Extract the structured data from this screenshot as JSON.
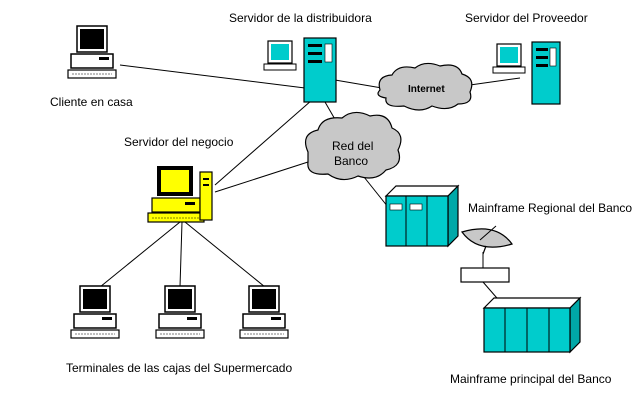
{
  "labels": {
    "distribuidora": "Servidor de la distribuidora",
    "proveedor": "Servidor del Proveedor",
    "cliente": "Cliente en casa",
    "negocio": "Servidor del negocio",
    "internet": "Internet",
    "red_line1": "Red del",
    "red_line2": "Banco",
    "mainframe_regional": "Mainframe Regional del Banco",
    "terminales": "Terminales de las cajas del Supermercado",
    "mainframe_principal": "Mainframe principal del Banco"
  },
  "colors": {
    "teal": "#00cccc",
    "yellow": "#ffff00",
    "cloud": "#c8c8c8",
    "screen_dark": "#000000",
    "screen_light": "#ffffff",
    "line": "#000000"
  },
  "icons": {
    "home_client": "desktop-computer-icon",
    "distributor_server": "server-tower-icon",
    "provider_server": "server-tower-icon",
    "business_server": "desktop-computer-icon",
    "terminal": "desktop-computer-icon",
    "mainframe": "mainframe-icon",
    "satellite": "satellite-dish-icon",
    "network": "cloud-icon"
  }
}
